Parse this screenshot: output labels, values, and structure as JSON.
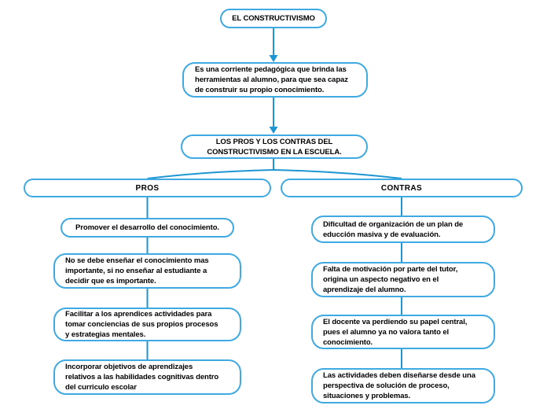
{
  "colors": {
    "node_border": "#3fa9e1",
    "connector": "#1e96d2",
    "text": "#000000",
    "canvas_bg": "#ffffff"
  },
  "map": {
    "root": "EL CONSTRUCTIVISMO",
    "definition": [
      "Es una corriente pedagógica que brinda las",
      "herramientas al alumno, para que sea capaz",
      "de construir su propio conocimiento."
    ],
    "topic": [
      "LOS PROS Y LOS CONTRAS DEL",
      "CONSTRUCTIVISMO EN LA ESCUELA."
    ],
    "pros": {
      "header": "PROS",
      "items": [
        [
          "Promover el desarrollo del conocimiento."
        ],
        [
          "No se debe enseñar el conocimiento mas",
          "importante, si no enseñar al estudiante a",
          "decidir que es importante."
        ],
        [
          "Facilitar a los aprendices actividades para",
          "tomar conciencias de sus propios procesos",
          "y estrategias mentales."
        ],
        [
          "Incorporar objetivos de aprendizajes",
          "relativos a las habilidades cognitivas dentro",
          "del curriculo escolar"
        ]
      ]
    },
    "contras": {
      "header": "CONTRAS",
      "items": [
        [
          "Dificultad de organización de un plan de",
          "educción masiva y de evaluación."
        ],
        [
          "Falta de motivación por parte del tutor,",
          "origina un aspecto negativo en el",
          "aprendizaje del alumno."
        ],
        [
          "El docente va perdiendo su papel central,",
          "pues el alumno ya no valora tanto el",
          "conocimiento."
        ],
        [
          "Las actividades deben diseñarse desde una",
          "perspectiva de solución de proceso,",
          "situaciones y problemas."
        ]
      ]
    }
  }
}
